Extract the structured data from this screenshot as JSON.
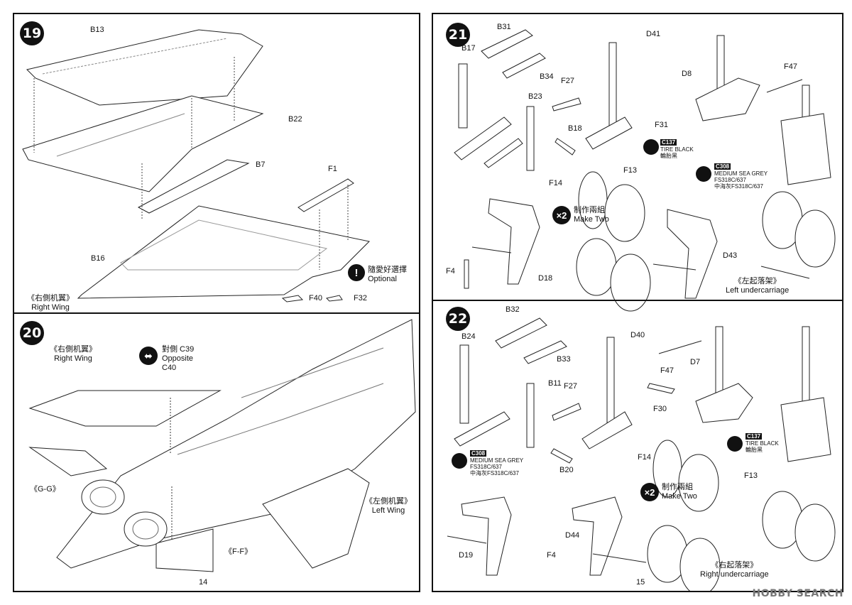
{
  "left_page": {
    "page_number": "14",
    "step19": {
      "number": "19",
      "parts": {
        "b13": "B13",
        "b22": "B22",
        "b7": "B7",
        "f1": "F1",
        "b16": "B16",
        "f40": "F40",
        "f32": "F32"
      },
      "optional": {
        "icon": "!",
        "zh": "隨愛好選擇",
        "en": "Optional"
      },
      "caption": {
        "zh": "《右側机翼》",
        "en": "Right Wing"
      }
    },
    "step20": {
      "number": "20",
      "right_wing": {
        "zh": "《右側机翼》",
        "en": "Right Wing"
      },
      "opposite": {
        "zh": "對側 C39",
        "en": "Opposite",
        "part": "C40"
      },
      "gg": "《G-G》",
      "ff": "《F-F》",
      "left_wing": {
        "zh": "《左側机翼》",
        "en": "Left Wing"
      }
    }
  },
  "right_page": {
    "page_number": "15",
    "step21": {
      "number": "21",
      "parts": {
        "b31": "B31",
        "b17": "B17",
        "b34": "B34",
        "b23": "B23",
        "f27": "F27",
        "b18": "B18",
        "d41": "D41",
        "d8": "D8",
        "f31": "F31",
        "f47": "F47",
        "f14": "F14",
        "f13": "F13",
        "f4": "F4",
        "d18": "D18",
        "d43": "D43"
      },
      "paint_tire": {
        "code": "C137",
        "en": "TIRE BLACK",
        "zh": "輪胎黑"
      },
      "paint_grey": {
        "code": "C308",
        "en": "MEDIUM SEA GREY",
        "fs": "FS318C/637",
        "zh": "中海灰FS318C/637"
      },
      "make_two": {
        "mult": "×2",
        "zh": "制作兩組",
        "en": "Make Two"
      },
      "caption": {
        "zh": "《左起落架》",
        "en": "Left undercarriage"
      }
    },
    "step22": {
      "number": "22",
      "parts": {
        "b32": "B32",
        "b24": "B24",
        "b33": "B33",
        "b11": "B11",
        "f27": "F27",
        "b20": "B20",
        "d40": "D40",
        "d7": "D7",
        "f47": "F47",
        "f30": "F30",
        "f14": "F14",
        "f13": "F13",
        "d19": "D19",
        "f4": "F4",
        "d44": "D44"
      },
      "paint_tire": {
        "code": "C137",
        "en": "TIRE BLACK",
        "zh": "輪胎黑"
      },
      "paint_grey": {
        "code": "C308",
        "en": "MEDIUM SEA GREY",
        "fs": "FS318C/637",
        "zh": "中海灰FS318C/637"
      },
      "make_two": {
        "mult": "×2",
        "zh": "制作兩組",
        "en": "Make Two"
      },
      "caption": {
        "zh": "《右起落架》",
        "en": "Right undercarriage"
      }
    }
  },
  "watermark": "HOBBY SEARCH"
}
